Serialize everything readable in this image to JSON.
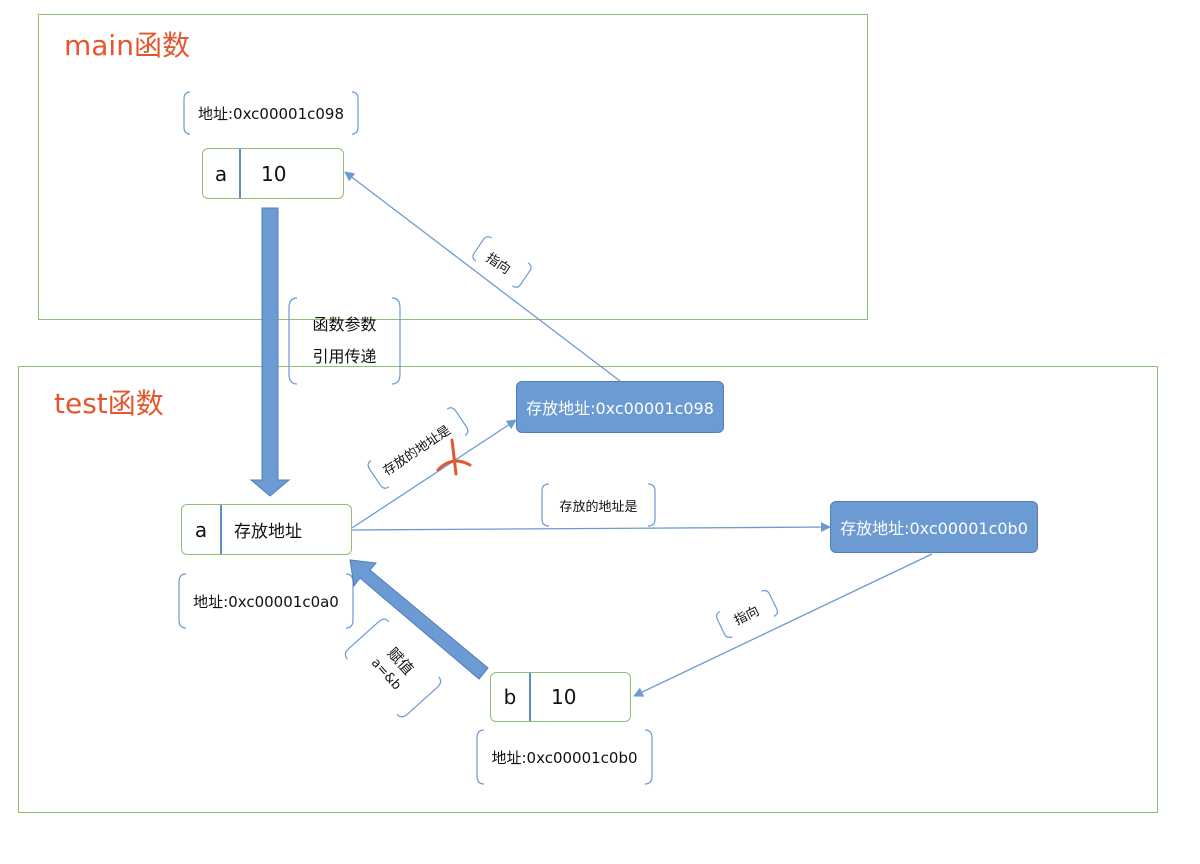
{
  "main_frame": {
    "title": "main函数"
  },
  "test_frame": {
    "title": "test函数"
  },
  "main_a": {
    "name": "a",
    "value": "10",
    "address": "地址:0xc00001c098"
  },
  "test_a": {
    "name": "a",
    "value": "存放地址",
    "address": "地址:0xc00001c0a0"
  },
  "test_b": {
    "name": "b",
    "value": "10",
    "address": "地址:0xc00001c0b0"
  },
  "blue_box_1": {
    "text": "存放地址:0xc00001c098"
  },
  "blue_box_2": {
    "text": "存放地址:0xc00001c0b0"
  },
  "labels": {
    "param_line1": "函数参数",
    "param_line2": "引用传递",
    "points_to_1": "指向",
    "points_to_2": "指向",
    "stored_addr_crossed": "存放的地址是",
    "stored_addr": "存放的地址是",
    "assign_line1": "赋值",
    "assign_line2": "a=&b"
  },
  "colors": {
    "frame_border": "#8fbf6f",
    "title": "#e4572e",
    "arrow": "#6b9bd2",
    "blue_box": "#6b9bd2",
    "cross": "#e4572e"
  }
}
